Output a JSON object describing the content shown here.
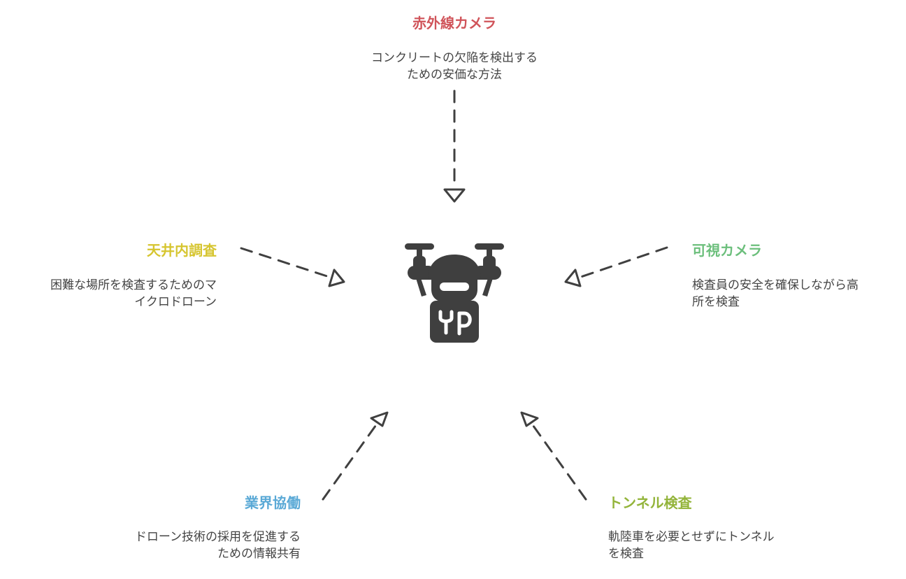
{
  "nodes": {
    "infrared_camera": {
      "title": "赤外線カメラ",
      "desc_line1": "コンクリートの欠陥を検出する",
      "desc_line2": "ための安価な方法",
      "color": "#d0545a"
    },
    "ceiling_survey": {
      "title": "天井内調査",
      "desc_line1": "困難な場所を検査するためのマ",
      "desc_line2": "イクロドローン",
      "color": "#d6c52f"
    },
    "visible_camera": {
      "title": "可視カメラ",
      "desc_line1": "検査員の安全を確保しながら高",
      "desc_line2": "所を検査",
      "color": "#6cbf7c"
    },
    "industry_collab": {
      "title": "業界協働",
      "desc_line1": "ドローン技術の採用を促進する",
      "desc_line2": "ための情報共有",
      "color": "#5aa9d6"
    },
    "tunnel_inspection": {
      "title": "トンネル検査",
      "desc_line1": "軌陸車を必要とせずにトンネル",
      "desc_line2": "を検査",
      "color": "#93b43a"
    }
  },
  "center": {
    "icon": "drone-icon",
    "color": "#3f3f3f"
  },
  "arrow_color": "#404040"
}
